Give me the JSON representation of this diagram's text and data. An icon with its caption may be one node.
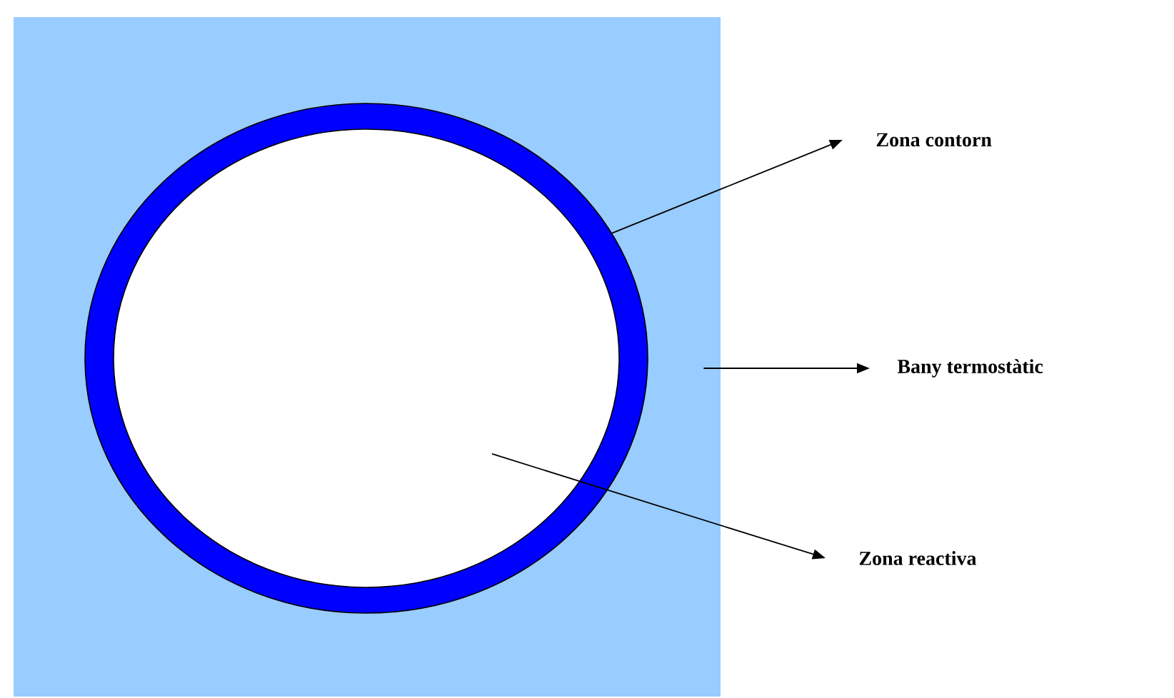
{
  "diagram": {
    "nodes": [
      {
        "text": [],
        "shape": "box"
      },
      {
        "text": [],
        "shape": "circle",
        "in": 0
      },
      {
        "text": [],
        "shape": "circle",
        "in": 1
      },
      {
        "text": [
          "Zona contorn"
        ]
      },
      {
        "text": [
          "Bany termostàtic"
        ]
      },
      {
        "text": [
          "Zona reactiva"
        ]
      }
    ],
    "edges": [
      {
        "from": 1,
        "to": 3,
        "arrow": "to"
      },
      {
        "from": 0,
        "to": 4,
        "arrow": "to"
      },
      {
        "from": 2,
        "to": 5,
        "arrow": "to"
      }
    ]
  }
}
